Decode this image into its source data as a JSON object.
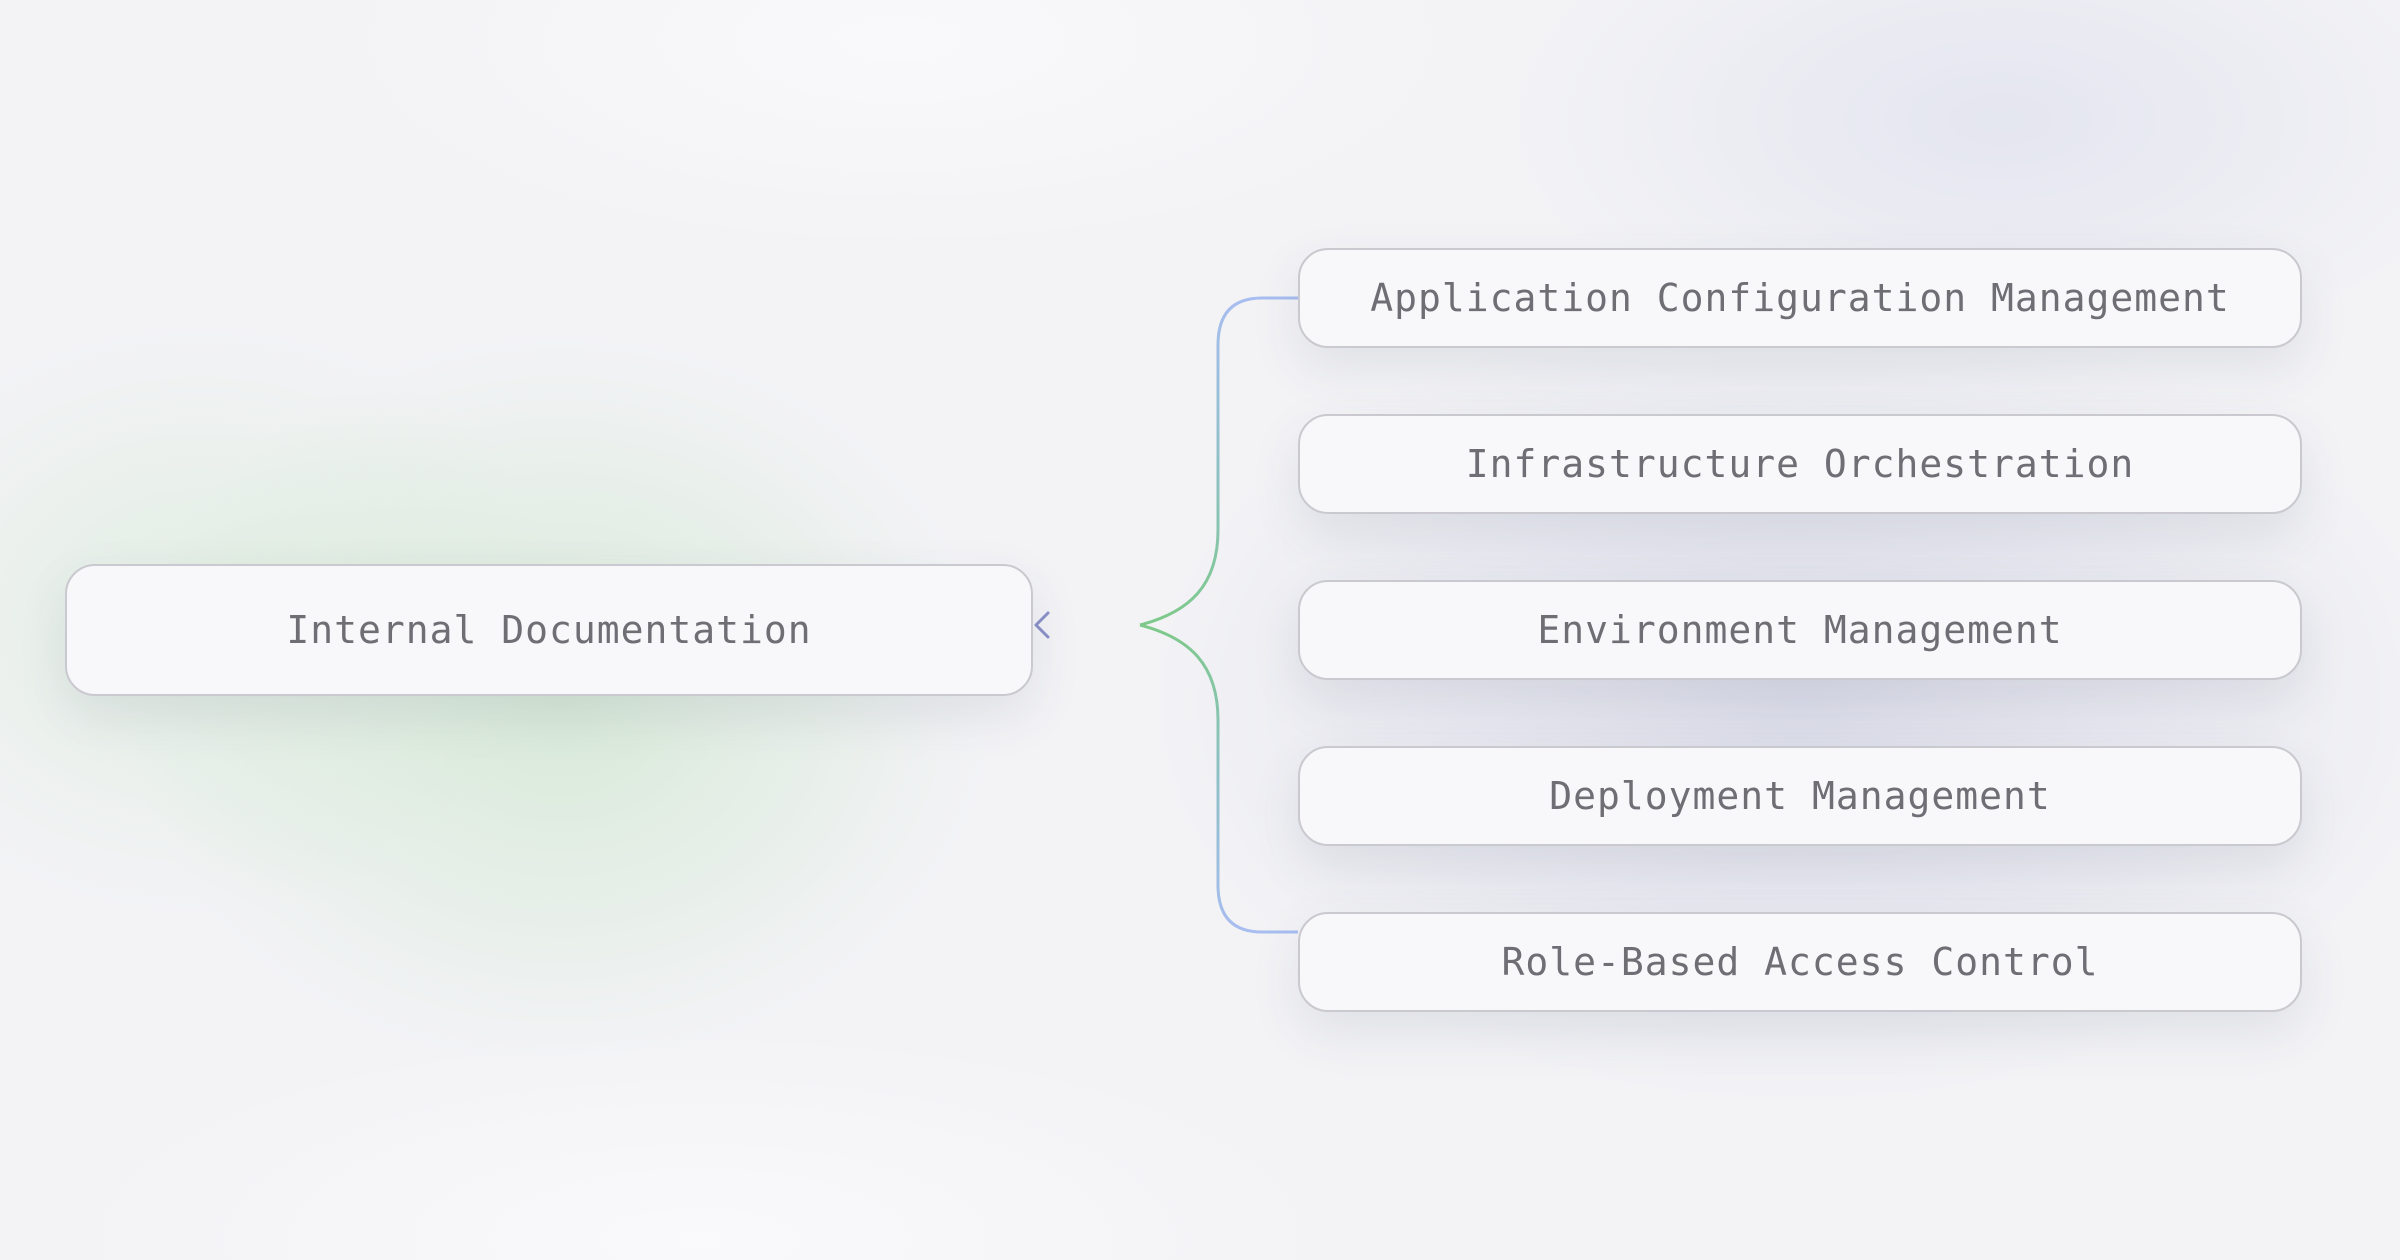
{
  "diagram": {
    "root": {
      "label": "Internal Documentation"
    },
    "children": [
      {
        "label": "Application Configuration Management"
      },
      {
        "label": "Infrastructure Orchestration"
      },
      {
        "label": "Environment Management"
      },
      {
        "label": "Deployment Management"
      },
      {
        "label": "Role-Based Access Control"
      }
    ],
    "colors": {
      "edge_blue": "#a8bdf0",
      "edge_green": "#7ec98a",
      "edge_teal": "#8fc0c8",
      "arrow": "#8a90c8",
      "node_border": "#c9c9cf",
      "node_fill": "#f8f8fb",
      "text": "#6e6e74"
    }
  }
}
